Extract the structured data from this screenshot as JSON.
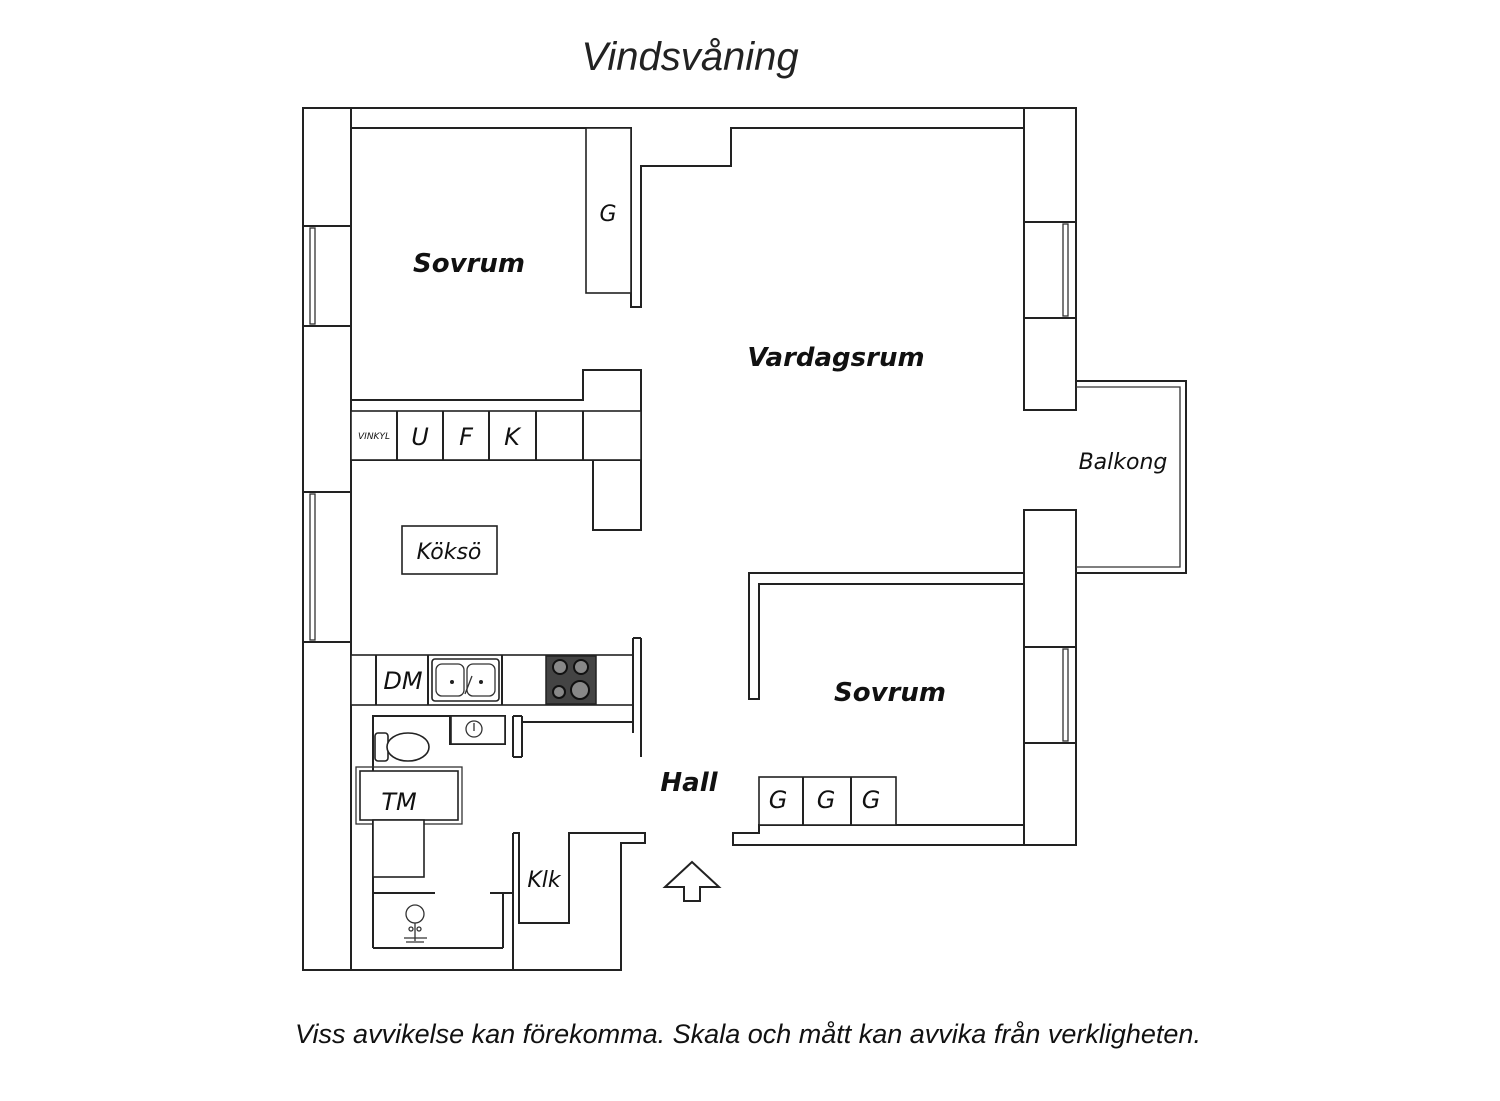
{
  "title": "Vindsvåning",
  "rooms": {
    "bedroom_top": "Sovrum",
    "living": "Vardagsrum",
    "balcony": "Balkong",
    "kitchen_island": "Köksö",
    "bedroom_bottom": "Sovrum",
    "hall": "Hall",
    "closet": "Klk"
  },
  "fixtures": {
    "wardrobe_top": "G",
    "wine_fridge": "VINKYL",
    "oven": "U",
    "freezer": "F",
    "fridge": "K",
    "dishwasher": "DM",
    "washing_machine": "TM",
    "wardrobes_bottom": [
      "G",
      "G",
      "G"
    ]
  },
  "disclaimer": "Viss avvikelse kan förekomma. Skala och mått kan avvika från verkligheten."
}
